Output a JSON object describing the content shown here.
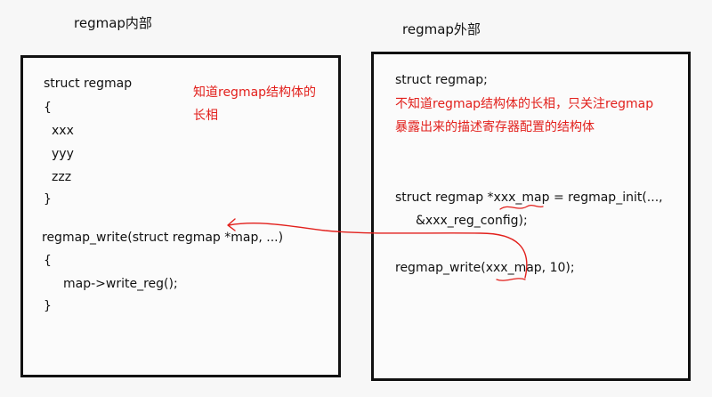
{
  "left_panel": {
    "heading": "regmap内部",
    "lines": [
      "struct regmap",
      "{",
      "xxx",
      "yyy",
      "zzz",
      "}",
      "regmap_write(struct regmap *map, ...)",
      "{",
      "map->write_reg();",
      "}"
    ],
    "annotation": [
      "知道regmap结构体的",
      "长相"
    ]
  },
  "right_panel": {
    "heading": "regmap外部",
    "lines": [
      "struct regmap;",
      "struct regmap *xxx_map = regmap_init(...,",
      "&xxx_reg_config);",
      "regmap_write(xxx_map, 10);"
    ],
    "annotation": [
      "不知道regmap结构体的长相，只关注regmap",
      "暴露出来的描述寄存器配置的结构体"
    ]
  },
  "colors": {
    "annotation": "#e2201c",
    "border": "#111111"
  }
}
